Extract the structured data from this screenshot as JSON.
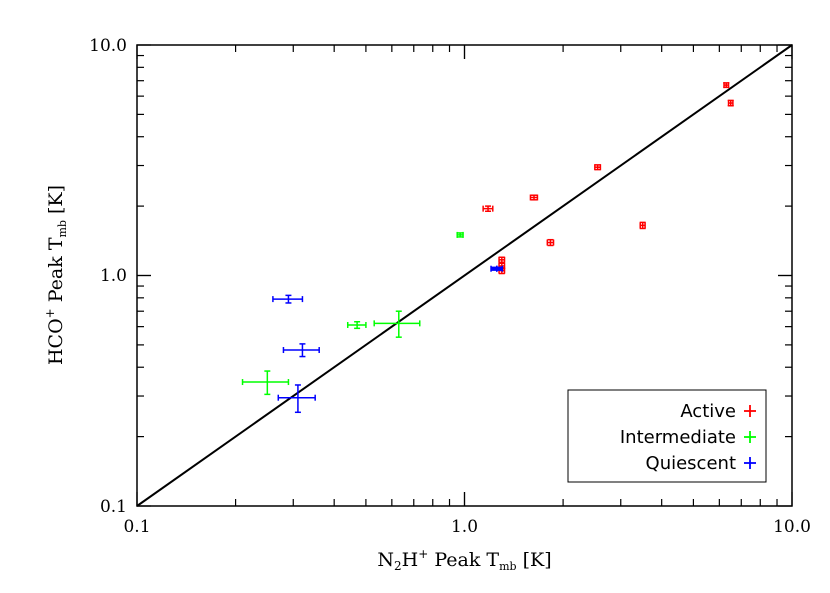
{
  "chart_data": {
    "type": "scatter",
    "xscale": "log",
    "yscale": "log",
    "xlim": [
      0.1,
      10.0
    ],
    "ylim": [
      0.1,
      10.0
    ],
    "xticks": [
      "0.1",
      "1.0",
      "10.0"
    ],
    "yticks": [
      "0.1",
      "1.0",
      "10.0"
    ],
    "xlabel_parts": {
      "a": "N",
      "b": "2",
      "c": "H",
      "d": "+",
      "e": " Peak T",
      "f": "mb",
      "g": " [K]"
    },
    "ylabel_parts": {
      "a": "HCO",
      "b": "+",
      "c": " Peak T",
      "d": "mb",
      "e": " [K]"
    },
    "reference_line": {
      "label": "",
      "x": [
        0.1,
        10.0
      ],
      "y": [
        0.1,
        10.0
      ]
    },
    "legend_position": "bottom-right",
    "grid": false,
    "series": [
      {
        "name": "Active",
        "color": "#ff0000",
        "points": [
          {
            "x": 6.3,
            "y": 6.7,
            "xerr": 0.1,
            "yerr": 0.15
          },
          {
            "x": 6.5,
            "y": 5.6,
            "xerr": 0.1,
            "yerr": 0.15
          },
          {
            "x": 2.55,
            "y": 2.95,
            "xerr": 0.05,
            "yerr": 0.07
          },
          {
            "x": 1.18,
            "y": 1.95,
            "xerr": 0.04,
            "yerr": 0.05
          },
          {
            "x": 1.63,
            "y": 2.18,
            "xerr": 0.04,
            "yerr": 0.05
          },
          {
            "x": 1.83,
            "y": 1.39,
            "xerr": 0.04,
            "yerr": 0.04
          },
          {
            "x": 3.5,
            "y": 1.65,
            "xerr": 0.06,
            "yerr": 0.05
          },
          {
            "x": 1.3,
            "y": 1.17,
            "xerr": 0.025,
            "yerr": 0.03
          },
          {
            "x": 1.3,
            "y": 1.1,
            "xerr": 0.025,
            "yerr": 0.03
          },
          {
            "x": 1.3,
            "y": 1.05,
            "xerr": 0.025,
            "yerr": 0.03
          }
        ]
      },
      {
        "name": "Intermediate",
        "color": "#00ff00",
        "points": [
          {
            "x": 0.97,
            "y": 1.5,
            "xerr": 0.02,
            "yerr": 0.03
          },
          {
            "x": 0.63,
            "y": 0.62,
            "xerr": 0.1,
            "yerr": 0.08
          },
          {
            "x": 0.47,
            "y": 0.61,
            "xerr": 0.03,
            "yerr": 0.02
          },
          {
            "x": 0.25,
            "y": 0.345,
            "xerr": 0.04,
            "yerr": 0.04
          }
        ]
      },
      {
        "name": "Quiescent",
        "color": "#0000ff",
        "points": [
          {
            "x": 0.29,
            "y": 0.79,
            "xerr": 0.03,
            "yerr": 0.03
          },
          {
            "x": 0.32,
            "y": 0.475,
            "xerr": 0.04,
            "yerr": 0.03
          },
          {
            "x": 0.31,
            "y": 0.295,
            "xerr": 0.04,
            "yerr": 0.04
          },
          {
            "x": 1.23,
            "y": 1.07,
            "xerr": 0.025,
            "yerr": 0.015
          },
          {
            "x": 1.28,
            "y": 1.07,
            "xerr": 0.025,
            "yerr": 0.015
          }
        ]
      }
    ]
  }
}
